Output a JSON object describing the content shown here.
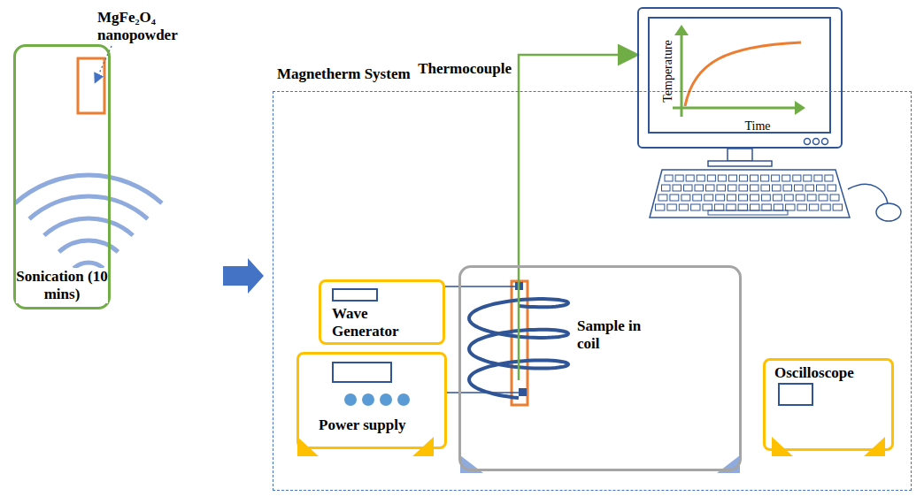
{
  "diagram": {
    "nodes": [
      {
        "text": [
          "Sonication (10 mins)"
        ]
      },
      {
        "text": [
          "Magnetherm System"
        ]
      },
      {
        "text": [
          "Wave Generator"
        ],
        "in": 1
      },
      {
        "text": [
          "Power supply"
        ],
        "in": 1
      },
      {
        "text": [
          "Sample in coil"
        ],
        "in": 1
      },
      {
        "text": [
          "Oscilloscope"
        ],
        "in": 1
      },
      {
        "text": [
          "Temperature",
          "Time"
        ]
      }
    ],
    "edges": [
      {
        "from": 0,
        "to": 1,
        "arrow": "to"
      },
      {
        "from": 4,
        "to": 6,
        "label": "Thermocouple",
        "arrow": "to"
      },
      {
        "from": 2,
        "to": 4,
        "arrow": "none"
      },
      {
        "from": 3,
        "to": 4,
        "arrow": "none"
      }
    ],
    "labels": [
      "MgFe₂O₄ nanopowder"
    ]
  }
}
